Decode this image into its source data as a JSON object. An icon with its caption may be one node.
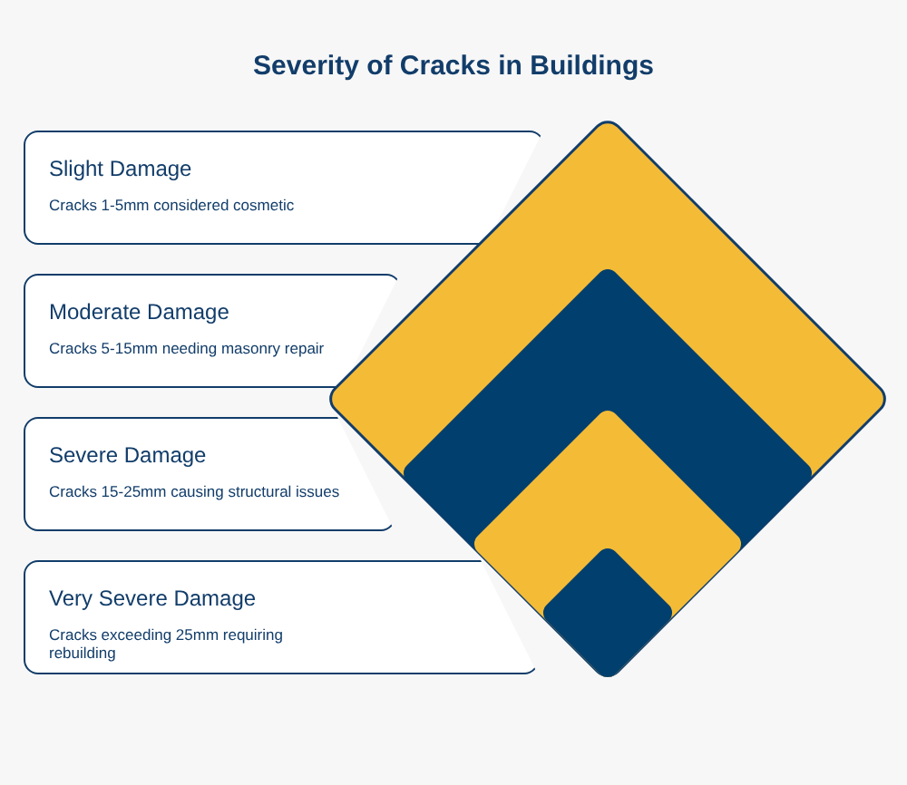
{
  "diagram": {
    "title": "Severity of Cracks in Buildings",
    "nodes": [
      {
        "text": [
          "Slight Damage",
          "Cracks 1-5mm considered cosmetic"
        ]
      },
      {
        "text": [
          "Moderate Damage",
          "Cracks 5-15mm needing masonry repair"
        ]
      },
      {
        "text": [
          "Severe Damage",
          "Cracks 15-25mm causing structural issues"
        ]
      },
      {
        "text": [
          "Very Severe Damage",
          "Cracks exceeding 25mm requiring rebuilding"
        ]
      }
    ]
  }
}
